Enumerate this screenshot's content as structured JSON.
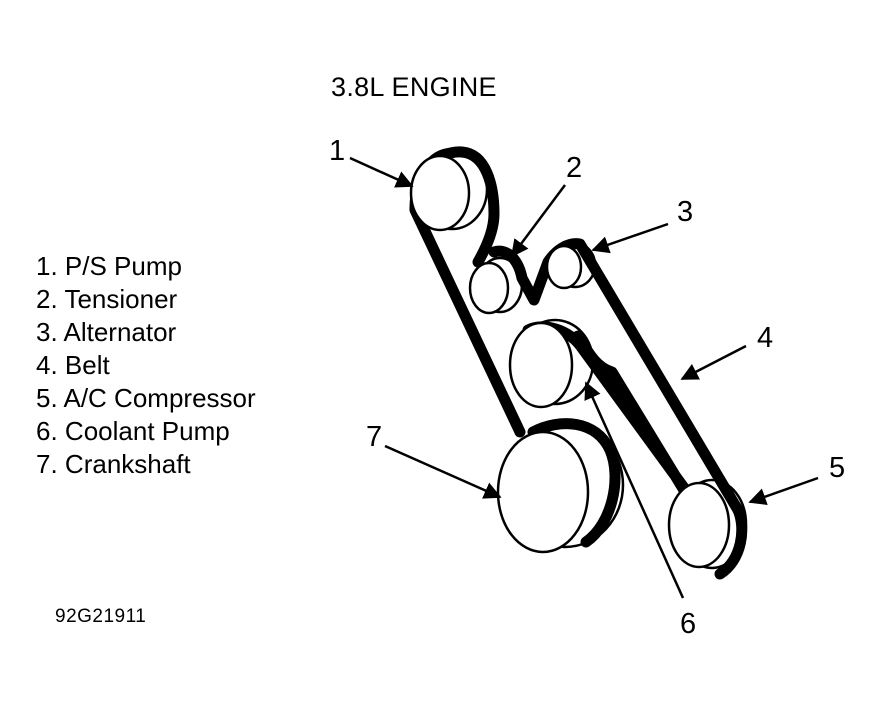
{
  "title": "3.8L ENGINE",
  "legend": [
    {
      "number": "1.",
      "label": "P/S Pump"
    },
    {
      "number": "2.",
      "label": "Tensioner"
    },
    {
      "number": "3.",
      "label": "Alternator"
    },
    {
      "number": "4.",
      "label": "Belt"
    },
    {
      "number": "5.",
      "label": "A/C Compressor"
    },
    {
      "number": "6.",
      "label": "Coolant Pump"
    },
    {
      "number": "7.",
      "label": "Crankshaft"
    }
  ],
  "callouts": [
    "1",
    "2",
    "3",
    "4",
    "5",
    "6",
    "7"
  ],
  "figure_code": "92G21911",
  "colors": {
    "line": "#000000",
    "background": "#ffffff"
  }
}
